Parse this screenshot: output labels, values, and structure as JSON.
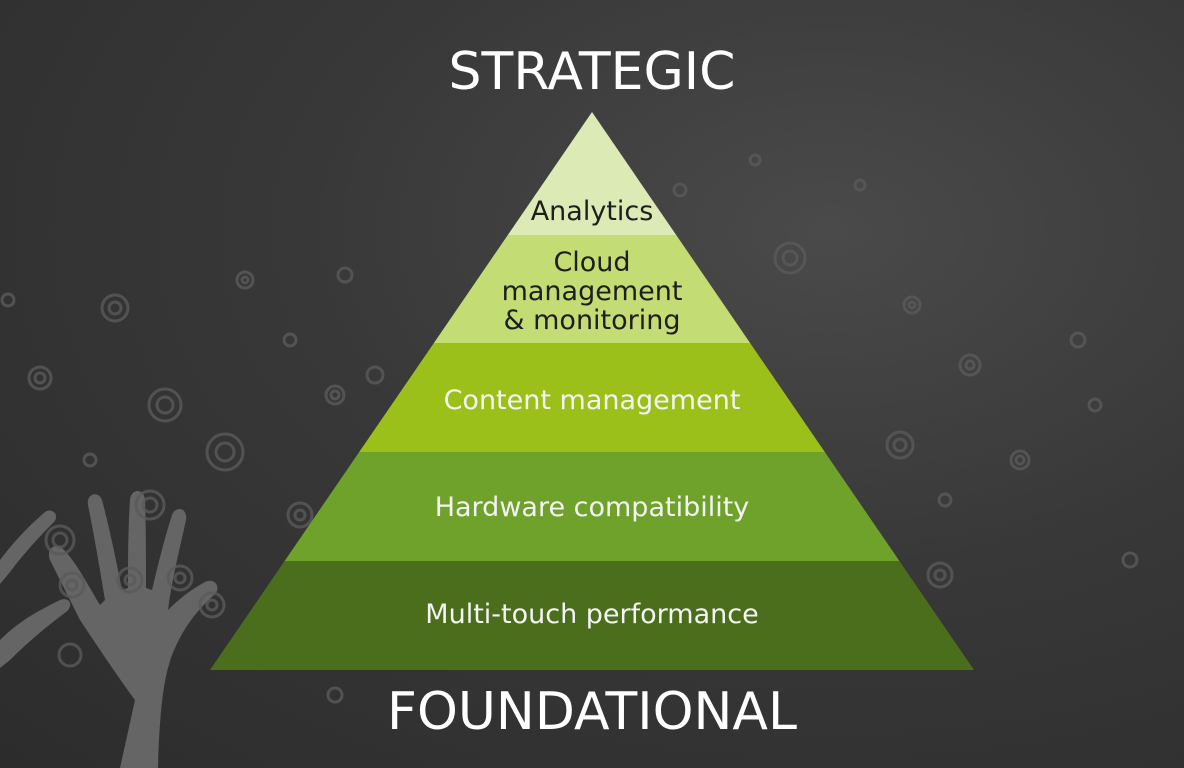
{
  "diagram": {
    "top_label": "STRATEGIC",
    "bottom_label": "FOUNDATIONAL",
    "layers": [
      {
        "label": "Analytics",
        "color": "#dcebb6",
        "text_color": "#1e1e1e"
      },
      {
        "label": "Cloud management & monitoring",
        "lines": [
          "Cloud",
          "management",
          "& monitoring"
        ],
        "color": "#c3dc74",
        "text_color": "#1e1e1e"
      },
      {
        "label": "Content management",
        "color": "#9cc01a",
        "text_color": "#f4f4f4"
      },
      {
        "label": "Hardware compatibility",
        "color": "#6ea22a",
        "text_color": "#f4f4f4"
      },
      {
        "label": "Multi-touch performance",
        "color": "#4a6e1c",
        "text_color": "#f4f4f4"
      }
    ]
  }
}
